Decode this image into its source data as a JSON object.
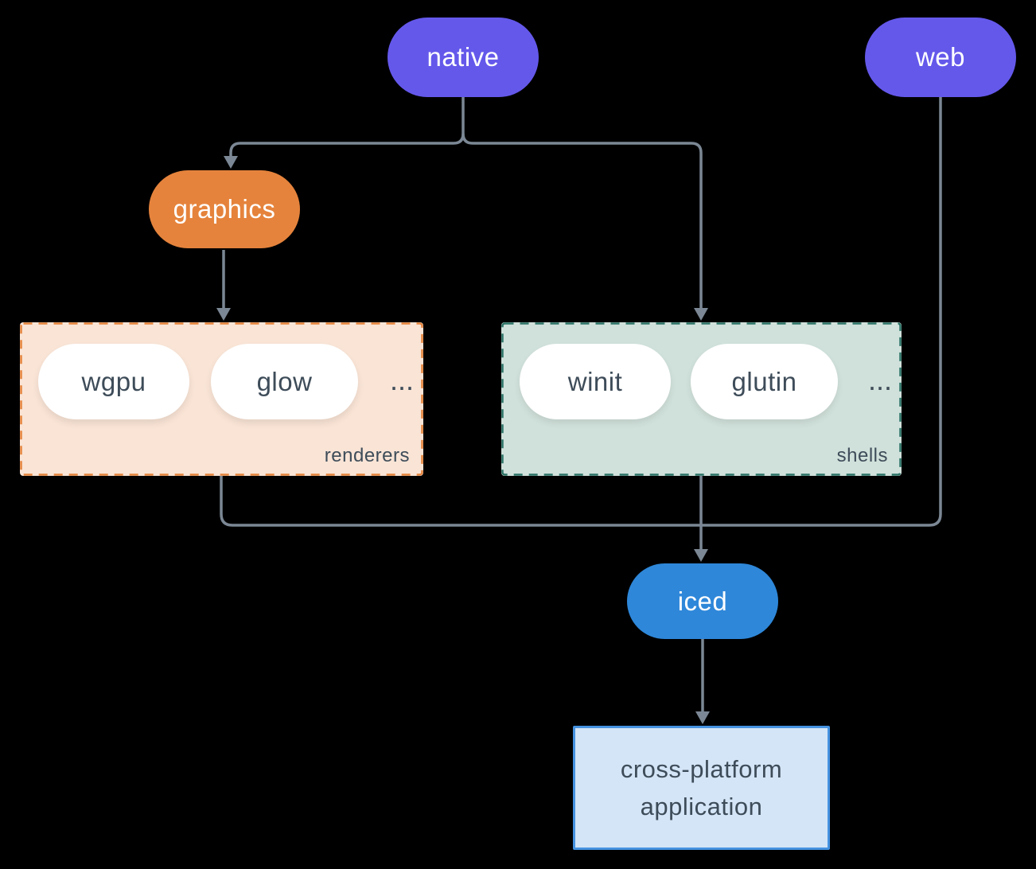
{
  "diagram": {
    "background": "#000000",
    "colors": {
      "platform_pill": "#6458eb",
      "graphics_pill": "#e5833c",
      "iced_pill": "#2e87d9",
      "pill_text_light": "#ffffff",
      "pill_text_dark": "#3e4c59",
      "renderers_bg": "#f9e4d6",
      "renderers_border": "#e5833c",
      "shells_bg": "#d0e1db",
      "shells_border": "#2b7266",
      "app_bg": "#d4e5f7",
      "app_border": "#4592e0",
      "edge": "#7b8794"
    },
    "nodes": {
      "native": {
        "label": "native"
      },
      "web": {
        "label": "web"
      },
      "graphics": {
        "label": "graphics"
      },
      "iced": {
        "label": "iced"
      },
      "application": {
        "line1": "cross-platform",
        "line2": "application"
      }
    },
    "groups": {
      "renderers": {
        "label": "renderers",
        "items": [
          "wgpu",
          "glow"
        ],
        "more": "..."
      },
      "shells": {
        "label": "shells",
        "items": [
          "winit",
          "glutin"
        ],
        "more": "..."
      }
    },
    "edges": [
      {
        "from": "native",
        "to": "graphics"
      },
      {
        "from": "native",
        "to": "shells"
      },
      {
        "from": "graphics",
        "to": "renderers"
      },
      {
        "from": "renderers",
        "to": "iced"
      },
      {
        "from": "shells",
        "to": "iced"
      },
      {
        "from": "web",
        "to": "iced"
      },
      {
        "from": "iced",
        "to": "application"
      }
    ]
  }
}
